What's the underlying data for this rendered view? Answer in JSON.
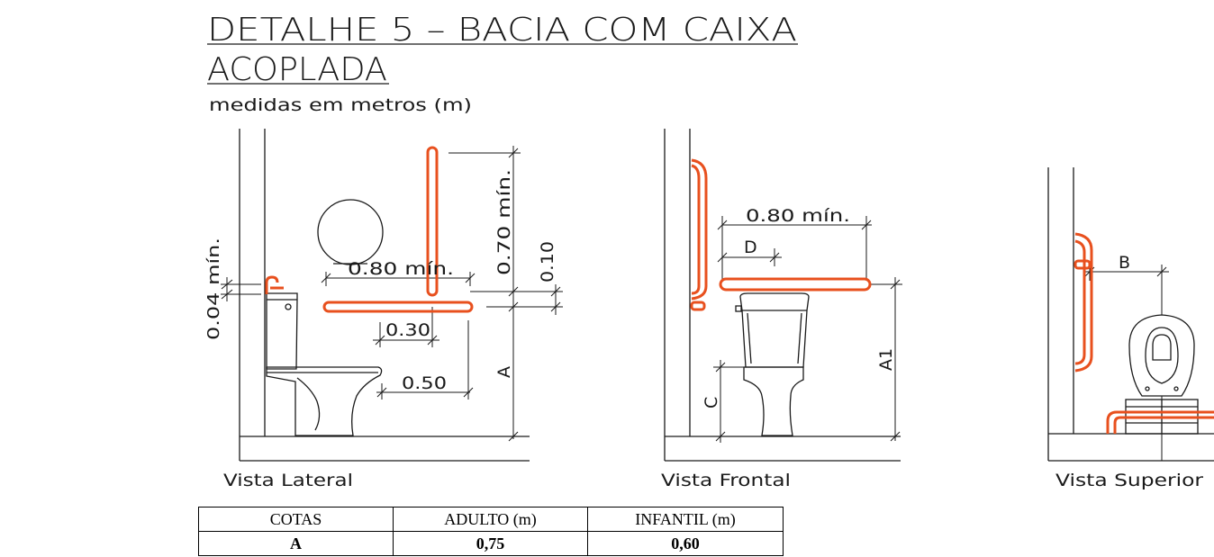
{
  "title_line1": "DETALHE 5 – BACIA COM CAIXA",
  "title_line2": "ACOPLADA",
  "subtitle": "medidas em metros (m)",
  "views": {
    "lateral": {
      "caption": "Vista Lateral",
      "dim_004": "0.04 mín.",
      "dim_080": "0.80 mín.",
      "dim_070": "0.70 mín.",
      "dim_010": "0.10",
      "dim_030": "0.30",
      "dim_050": "0.50",
      "dim_a": "A"
    },
    "frontal": {
      "caption": "Vista Frontal",
      "dim_080": "0.80 mín.",
      "dim_d": "D",
      "dim_c": "C",
      "dim_a1": "A1"
    },
    "superior": {
      "caption": "Vista Superior",
      "dim_b": "B"
    }
  },
  "table": {
    "headers": [
      "COTAS",
      "ADULTO (m)",
      "INFANTIL (m)"
    ],
    "rows": [
      [
        "A",
        "0,75",
        "0,60"
      ]
    ]
  },
  "colors": {
    "bar": "#e8501e",
    "line": "#1a1a1a"
  }
}
